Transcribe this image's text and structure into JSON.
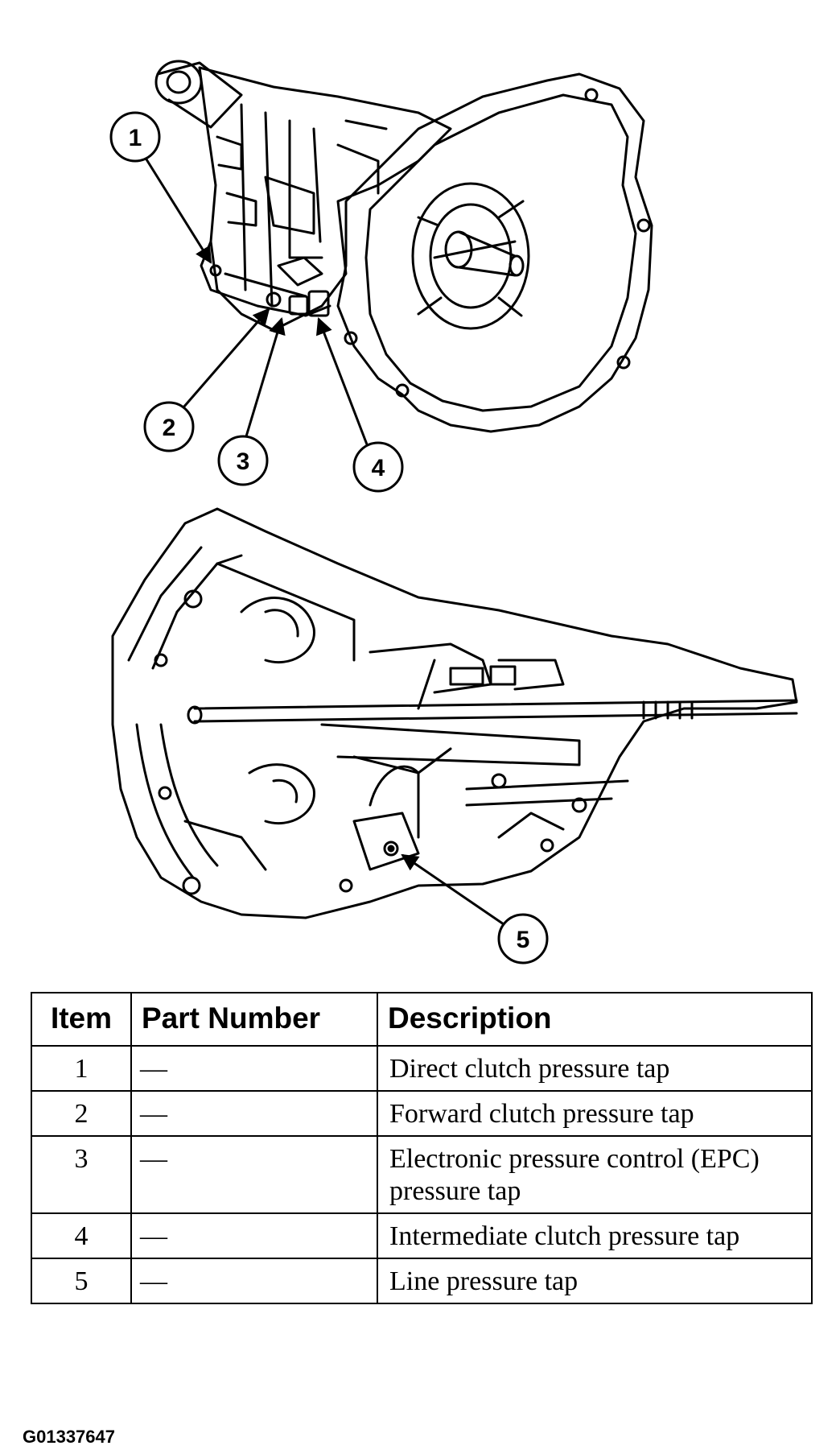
{
  "callouts": [
    "1",
    "2",
    "3",
    "4",
    "5"
  ],
  "table": {
    "headers": {
      "item": "Item",
      "part": "Part Number",
      "description": "Description"
    },
    "rows": [
      {
        "item": "1",
        "part": "—",
        "description": "Direct clutch pressure tap"
      },
      {
        "item": "2",
        "part": "—",
        "description": "Forward clutch pressure tap"
      },
      {
        "item": "3",
        "part": "—",
        "description": "Electronic pressure control (EPC) pressure tap"
      },
      {
        "item": "4",
        "part": "—",
        "description": "Intermediate clutch pressure tap"
      },
      {
        "item": "5",
        "part": "—",
        "description": "Line pressure tap"
      }
    ]
  },
  "figure_code": "G01337647"
}
